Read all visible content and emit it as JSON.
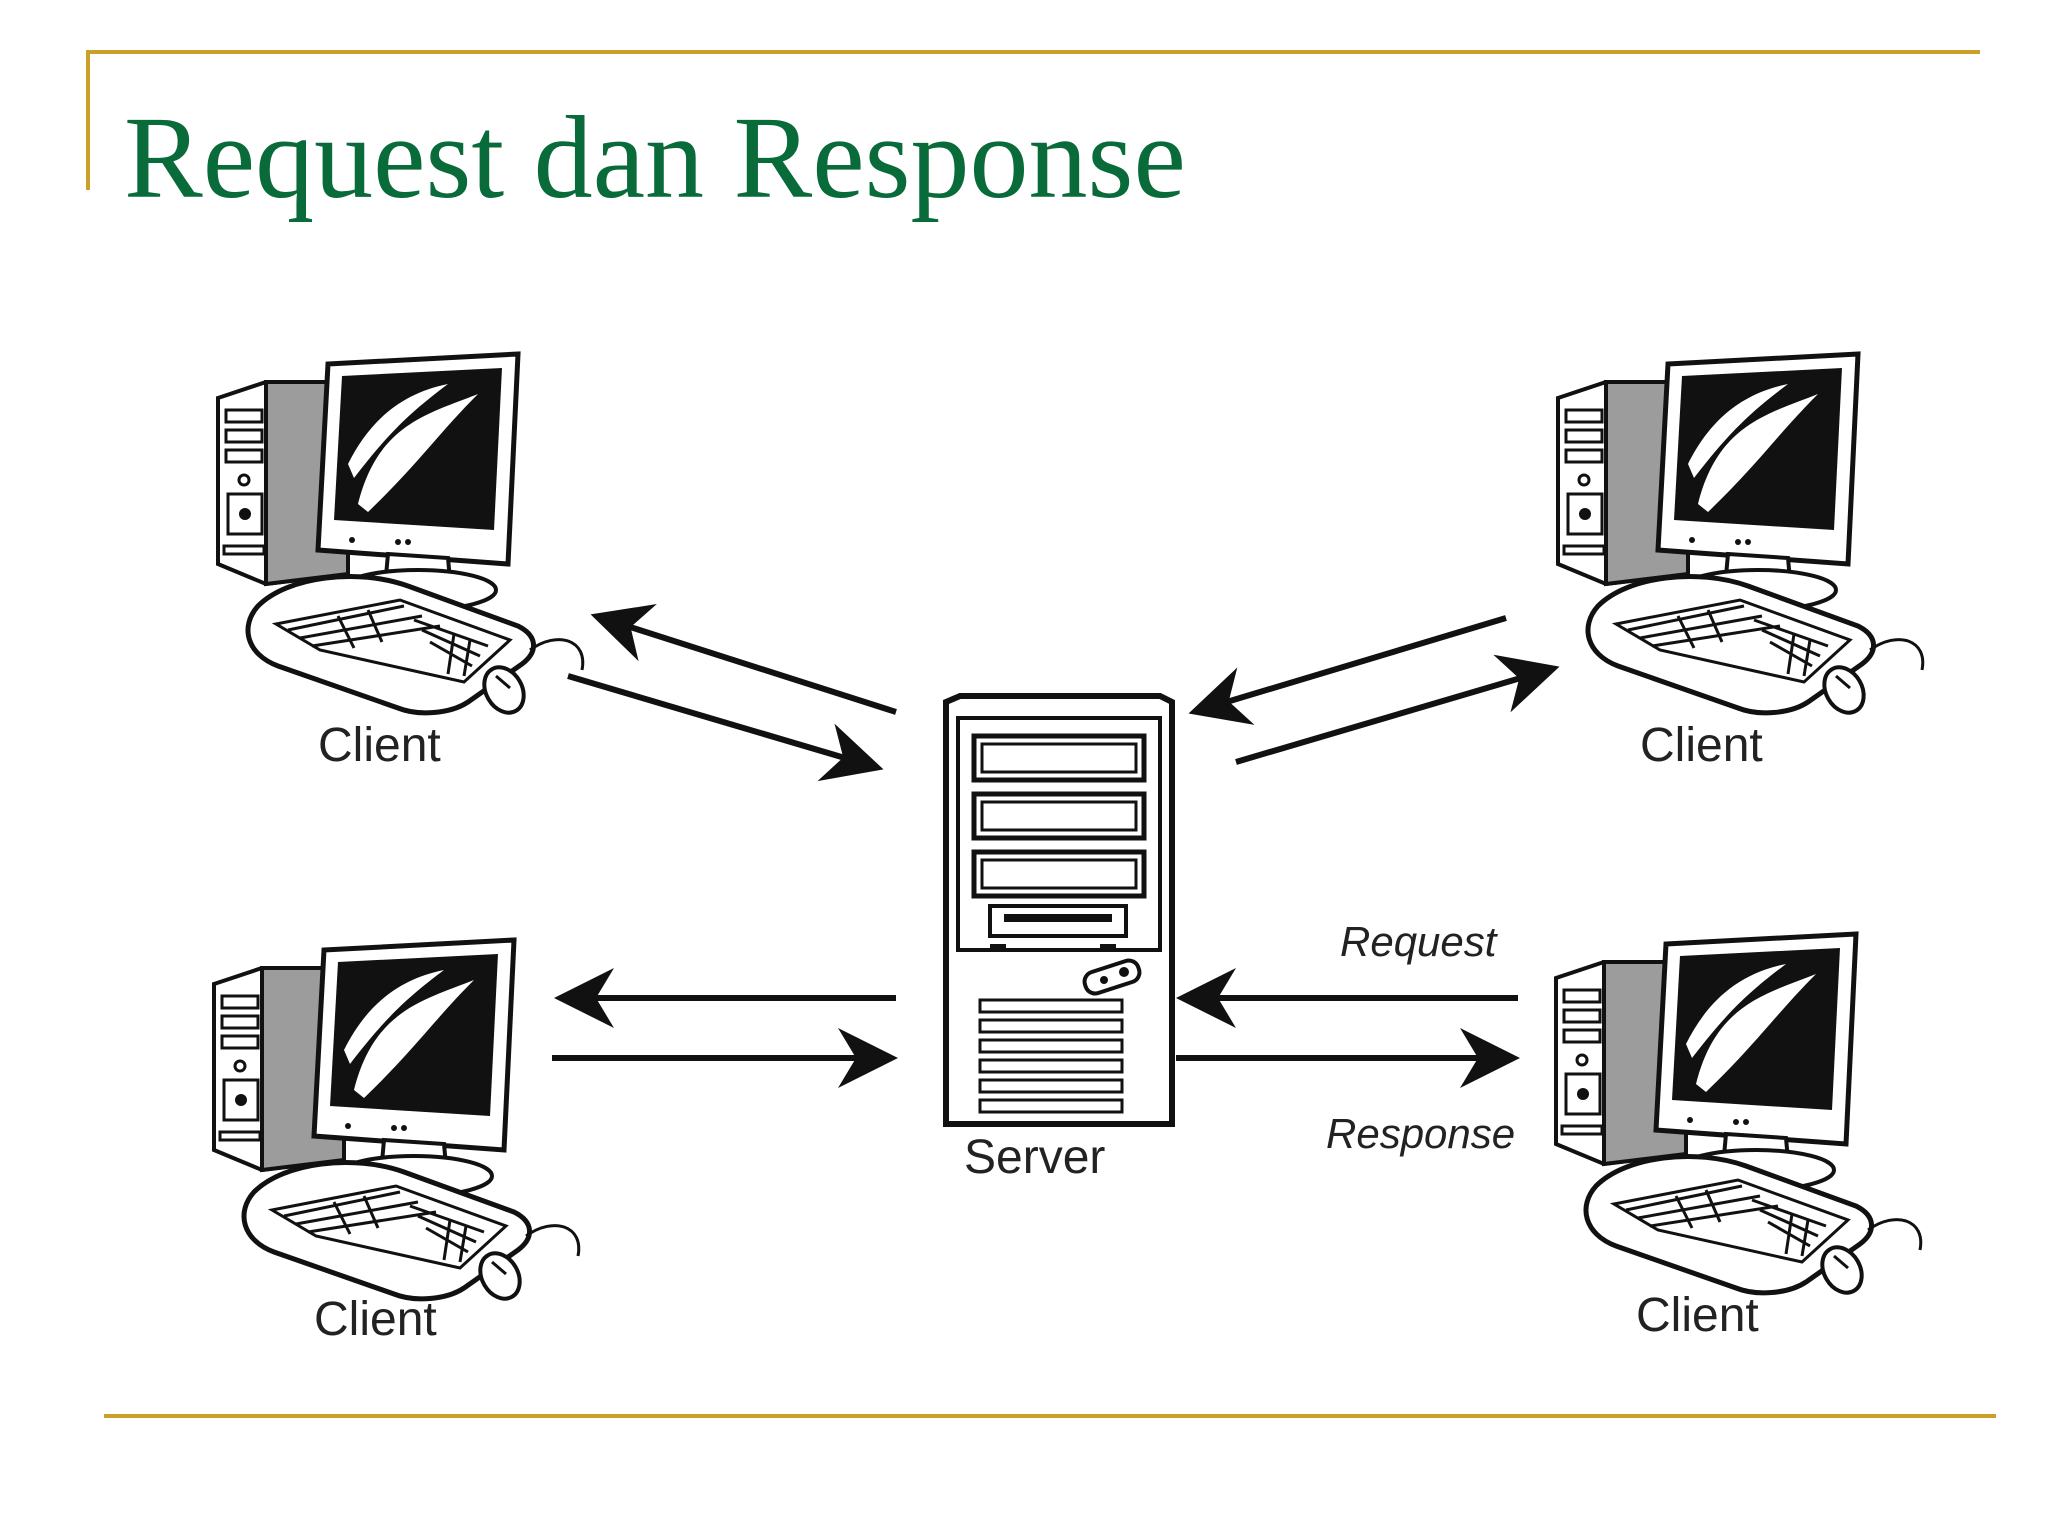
{
  "slide": {
    "title": "Request dan Response",
    "accent_color": "#c8a02a",
    "title_color": "#0a6b3a"
  },
  "diagram": {
    "server_label": "Server",
    "clients": [
      {
        "label": "Client"
      },
      {
        "label": "Client"
      },
      {
        "label": "Client"
      },
      {
        "label": "Client"
      }
    ],
    "edge_labels": {
      "request": "Request",
      "response": "Response"
    },
    "icons": {
      "client": "desktop-computer-icon",
      "server": "server-tower-icon"
    }
  }
}
